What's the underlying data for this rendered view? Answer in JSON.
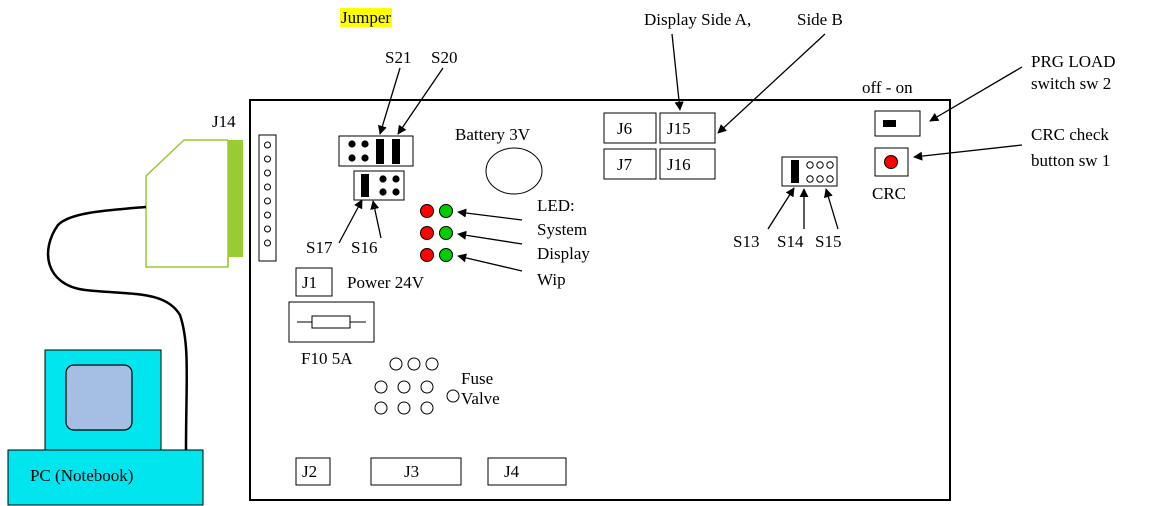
{
  "labels": {
    "jumper": "Jumper",
    "display_side_a": "Display Side A,",
    "side_b": "Side B",
    "prg_load": "PRG  LOAD",
    "switch_sw2": "switch  sw  2",
    "off_on": "off  -  on",
    "crc_check": "CRC      check",
    "button_sw1": "button  sw  1",
    "crc": "CRC",
    "s21": "S21",
    "s20": "S20",
    "j14": "J14",
    "battery": "Battery 3V",
    "j6": "J6",
    "j15": "J15",
    "j7": "J7",
    "j16": "J16",
    "led": "LED:",
    "led_system": "System",
    "led_display": "Display",
    "led_wip": "Wip",
    "s17": "S17",
    "s16": "S16",
    "s13": "S13",
    "s14": "S14",
    "s15": "S15",
    "j1": "J1",
    "power": "Power 24V",
    "f10": "F10 5A",
    "fuse": "Fuse",
    "valve": "Valve",
    "pc": "PC (Notebook)",
    "j2": "J2",
    "j3": "J3",
    "j4": "J4"
  },
  "colors": {
    "led_red": "#ff0000",
    "led_green": "#00cc00",
    "connector_green": "#99cc33",
    "pc_cyan": "#00e5ee",
    "screen_blue": "#a4bfe3",
    "highlight": "#ffff00"
  }
}
